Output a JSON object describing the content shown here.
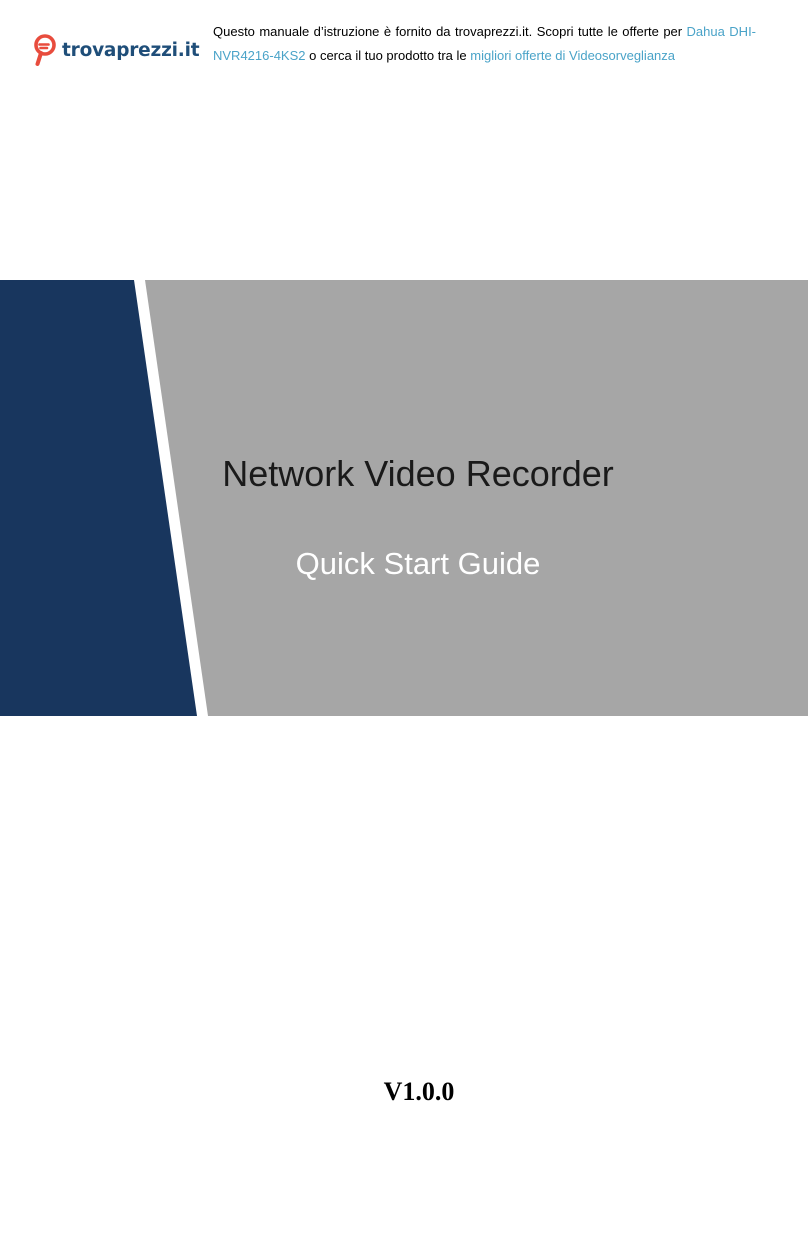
{
  "header": {
    "logo_text": "trovaprezzi.it",
    "notice_part1": "Questo manuale d’istruzione è fornito da trovaprezzi.it. Scopri tutte le offerte per ",
    "product_link_line1": "Dahua DHI-",
    "product_link_line2": "NVR4216-4KS2",
    "notice_part2": " o cerca il tuo prodotto tra le ",
    "offers_link": "migliori offerte di Videosorveglianza"
  },
  "cover": {
    "title": "Network Video Recorder",
    "subtitle": "Quick Start Guide",
    "version": "V1.0.0"
  },
  "colors": {
    "navy": "#18365e",
    "gray": "#a6a6a6",
    "link": "#4aa3c8",
    "logo_red": "#e84c3d",
    "logo_blue": "#1f4e79"
  }
}
